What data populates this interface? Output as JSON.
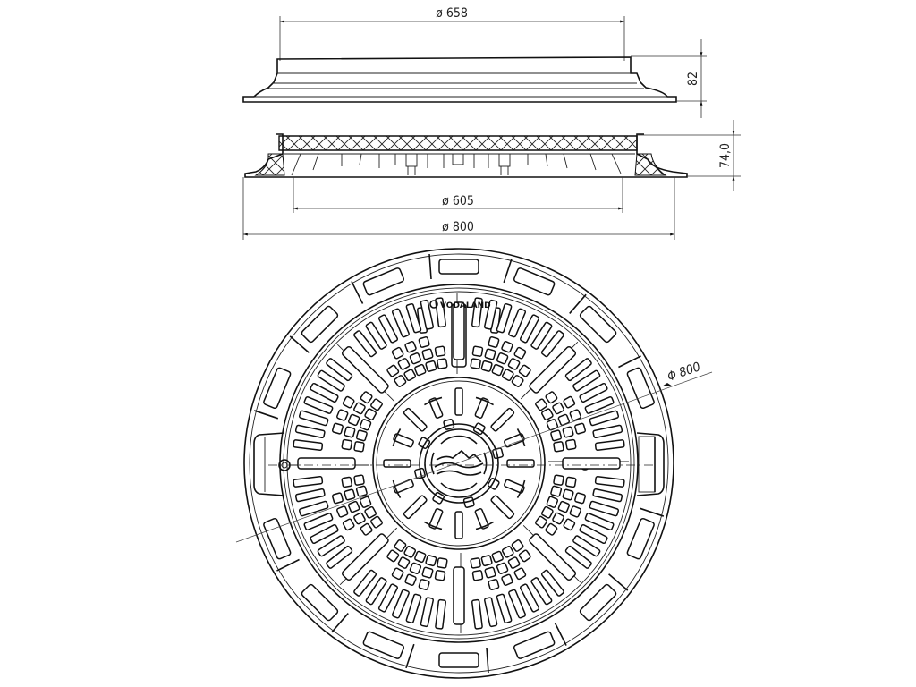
{
  "drawing": {
    "subject": "Round manhole cover with frame — technical drawing",
    "views": [
      "side-elevation-cover",
      "section-frame-and-cover",
      "plan-view"
    ]
  },
  "dimensions": {
    "top_width": {
      "symbol": "ø",
      "value": "658",
      "label": "ø 658"
    },
    "cover_height": {
      "value": "82",
      "label": "82"
    },
    "frame_height": {
      "value": "74,0",
      "label": "74,0"
    },
    "clear_opening": {
      "symbol": "ø",
      "value": "605",
      "label": "ø 605"
    },
    "outer_diameter": {
      "symbol": "ø",
      "value": "800",
      "label": "ø 800"
    },
    "plan_diameter": {
      "symbol": "Φ",
      "value": "800",
      "label": "Φ 800"
    }
  },
  "branding": {
    "logo_text": "VODALAND"
  },
  "colors": {
    "line": "#111111",
    "background": "#ffffff",
    "dimension_line": "#333333"
  }
}
